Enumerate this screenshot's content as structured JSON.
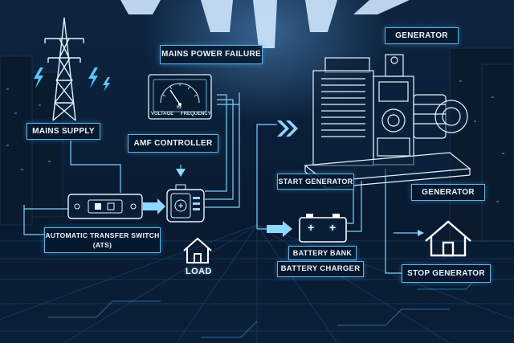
{
  "labels": {
    "generator_top": "GENERATOR",
    "mains_power_failure": "MAINS POWER FAILURE",
    "mains_supply": "MAINS SUPPLY",
    "amf_controller": "AMF CONTROLLER",
    "start_generator": "START GENERATOR",
    "generator_side": "GENERATOR",
    "ats_line1": "AUTOMATIC TRANSFER SWITCH",
    "ats_line2": "(ATS)",
    "load": "LOAD",
    "battery_bank": "BATTERY BANK",
    "battery_charger": "BATTERY CHARGER",
    "stop_generator": "STOP GENERATOR"
  },
  "gauge": {
    "left_label": "VOLTAGE",
    "right_label": "FREQUENCY",
    "center_label": "Hz"
  },
  "battery": {
    "plus_left": "+",
    "plus_right": "+"
  },
  "colors": {
    "accent": "#5fb4e8",
    "line": "#7fd0ff",
    "arrow": "#8fd8ff",
    "lightning": "#59c8ff",
    "background": "#0a1e36"
  },
  "icons": [
    "transmission-tower-icon",
    "lightning-icon",
    "gauge-icon",
    "ats-switch-icon",
    "controller-module-icon",
    "house-icon",
    "generator-icon",
    "battery-icon",
    "arrow-icon"
  ]
}
